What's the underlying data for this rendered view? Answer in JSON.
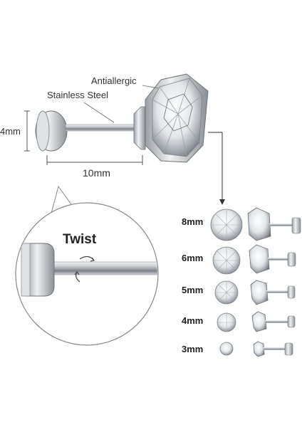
{
  "labels": {
    "antiallergic": "Antiallergic",
    "stainless_steel": "Stainless Steel",
    "height": "4mm",
    "length": "10mm",
    "twist": "Twist"
  },
  "sizes": [
    "8mm",
    "6mm",
    "5mm",
    "4mm",
    "3mm"
  ],
  "colors": {
    "metal_light": "#e8eaec",
    "metal_mid": "#b9bdc2",
    "metal_dark": "#6f747a",
    "stone": "#f4f6f8"
  }
}
